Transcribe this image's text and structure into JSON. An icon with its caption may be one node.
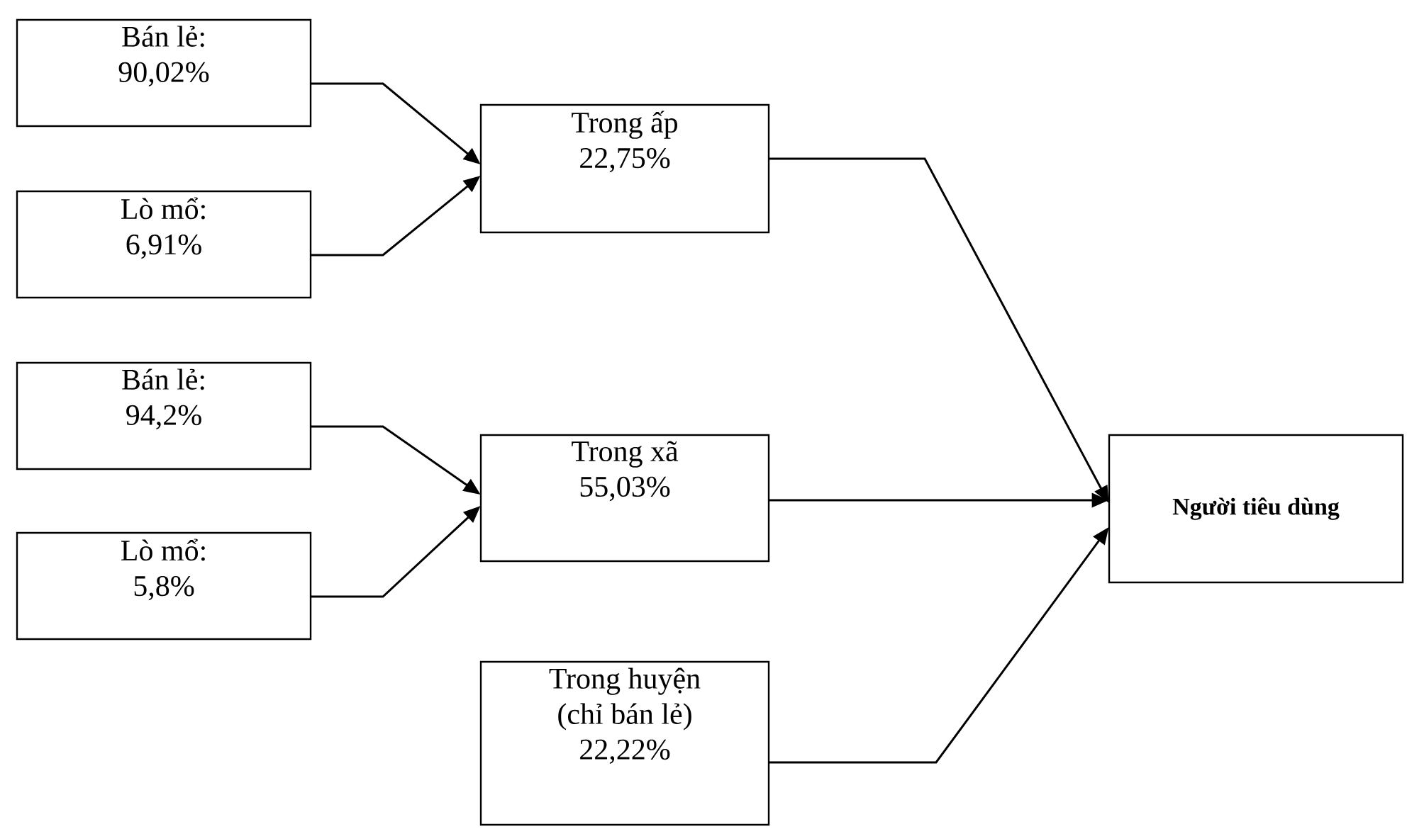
{
  "diagram": {
    "nodes": [
      {
        "text": [
          "Bán lẻ:",
          "90,02%"
        ]
      },
      {
        "text": [
          "Lò mổ:",
          "6,91%"
        ]
      },
      {
        "text": [
          "Trong ấp",
          "22,75%"
        ]
      },
      {
        "text": [
          "Bán lẻ:",
          "94,2%"
        ]
      },
      {
        "text": [
          "Lò mổ:",
          "5,8%"
        ]
      },
      {
        "text": [
          "Trong xã",
          "55,03%"
        ]
      },
      {
        "text": [
          "Trong huyện",
          "(chỉ bán lẻ)",
          "22,22%"
        ]
      },
      {
        "text": [
          "Người tiêu dùng"
        ]
      }
    ],
    "edges": [
      {
        "from": 0,
        "to": 2,
        "arrow": "to"
      },
      {
        "from": 1,
        "to": 2,
        "arrow": "to"
      },
      {
        "from": 3,
        "to": 5,
        "arrow": "to"
      },
      {
        "from": 4,
        "to": 5,
        "arrow": "to"
      },
      {
        "from": 2,
        "to": 7,
        "arrow": "to"
      },
      {
        "from": 5,
        "to": 7,
        "arrow": "to"
      },
      {
        "from": 6,
        "to": 7,
        "arrow": "to"
      }
    ]
  }
}
